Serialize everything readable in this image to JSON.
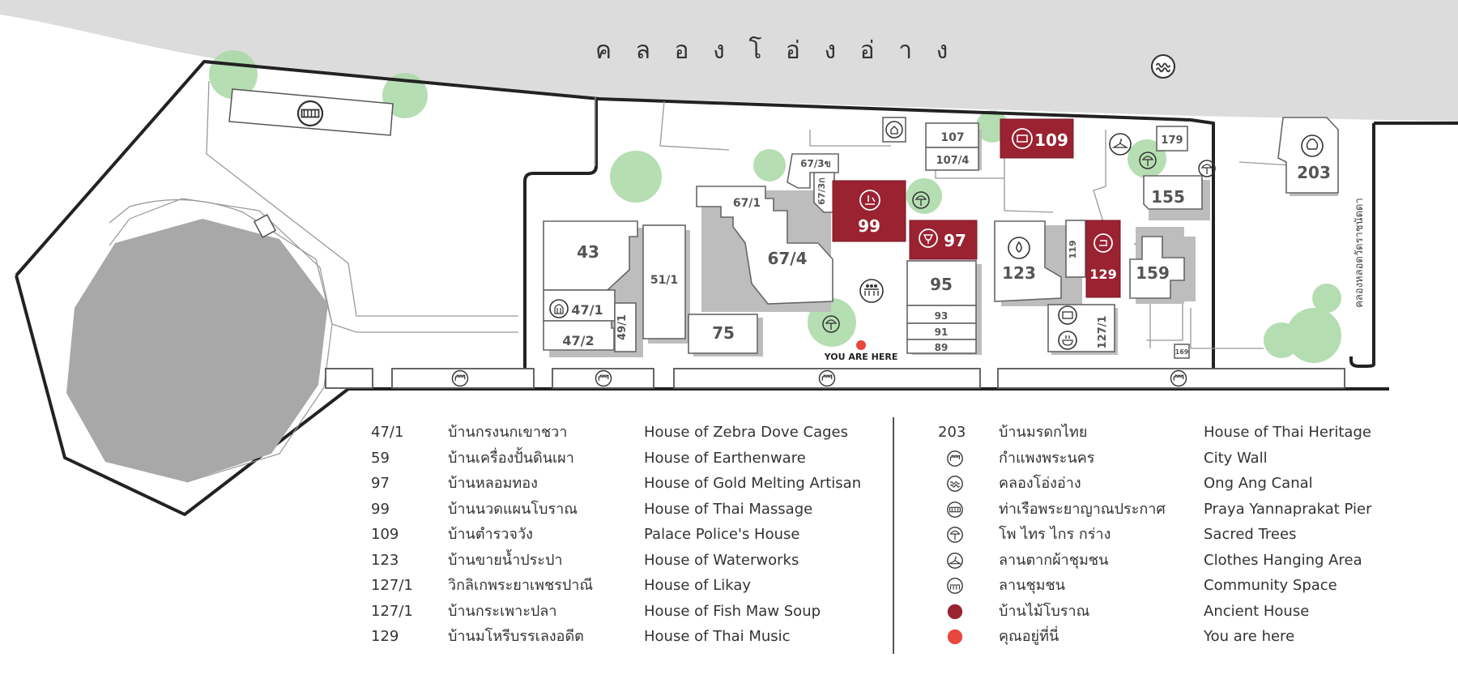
{
  "map": {
    "canal_label": "ค ล อ ง โ อ่ ง อ่ า ง",
    "side_road_label": "คลองหลอดวัดราชนัดดา",
    "you_are_here": "YOU ARE HERE",
    "buildings": {
      "b43": "43",
      "b47_1": "47/1",
      "b47_2": "47/2",
      "b49_1": "49/1",
      "b51_1": "51/1",
      "b75": "75",
      "b67_1": "67/1",
      "b67_4": "67/4",
      "b67_3k": "67/3ข",
      "b67_3g": "67/3ก",
      "b99": "99",
      "b97": "97",
      "b95": "95",
      "b93": "93",
      "b91": "91",
      "b89": "89",
      "b107": "107",
      "b107_4": "107/4",
      "b109": "109",
      "b123": "123",
      "b119": "119",
      "b129": "129",
      "b127_1": "127/1",
      "b159": "159",
      "b155": "155",
      "b179": "179",
      "b169": "169",
      "b203": "203"
    },
    "colors": {
      "ancient_house": "#9b2231",
      "you_are_here": "#e8473e",
      "tree": "#a8d8a4",
      "canal": "#dcdcdc",
      "pond": "#a8a8a8"
    }
  },
  "legend_left": [
    {
      "code": "47/1",
      "thai": "บ้านกรงนกเขาชวา",
      "en": "House of Zebra Dove Cages"
    },
    {
      "code": "59",
      "thai": "บ้านเครื่องปั้นดินเผา",
      "en": "House of Earthenware"
    },
    {
      "code": "97",
      "thai": "บ้านหลอมทอง",
      "en": "House of Gold Melting Artisan"
    },
    {
      "code": "99",
      "thai": "บ้านนวดแผนโบราณ",
      "en": "House of Thai Massage"
    },
    {
      "code": "109",
      "thai": "บ้านตำรวจวัง",
      "en": "Palace Police's House"
    },
    {
      "code": "123",
      "thai": "บ้านขายน้ำประปา",
      "en": "House of Waterworks"
    },
    {
      "code": "127/1",
      "thai": "วิกลิเกพระยาเพชรปาณี",
      "en": "House of Likay"
    },
    {
      "code": "127/1",
      "thai": "บ้านกระเพาะปลา",
      "en": "House of Fish Maw Soup"
    },
    {
      "code": "129",
      "thai": "บ้านมโหรีบรรเลงอดีต",
      "en": "House of Thai Music"
    }
  ],
  "legend_right": [
    {
      "code": "203",
      "icon": "",
      "thai": "บ้านมรดกไทย",
      "en": "House of Thai Heritage"
    },
    {
      "code": "",
      "icon": "city-wall-icon",
      "thai": "กำแพงพระนคร",
      "en": "City Wall"
    },
    {
      "code": "",
      "icon": "canal-wave-icon",
      "thai": "คลองโอ่งอ่าง",
      "en": "Ong Ang Canal"
    },
    {
      "code": "",
      "icon": "pier-icon",
      "thai": "ท่าเรือพระยาญาณประกาศ",
      "en": "Praya Yannaprakat Pier"
    },
    {
      "code": "",
      "icon": "sacred-tree-icon",
      "thai": "โพ ไทร ไกร กร่าง",
      "en": "Sacred Trees"
    },
    {
      "code": "",
      "icon": "clothes-hanger-icon",
      "thai": "ลานตากผ้าชุมชน",
      "en": "Clothes Hanging Area"
    },
    {
      "code": "",
      "icon": "community-icon",
      "thai": "ลานชุมชน",
      "en": "Community Space"
    },
    {
      "code": "",
      "icon": "ancient-house-dot",
      "thai": "บ้านไม้โบราณ",
      "en": "Ancient House"
    },
    {
      "code": "",
      "icon": "you-are-here-dot",
      "thai": "คุณอยู่ที่นี่",
      "en": "You are here"
    }
  ]
}
